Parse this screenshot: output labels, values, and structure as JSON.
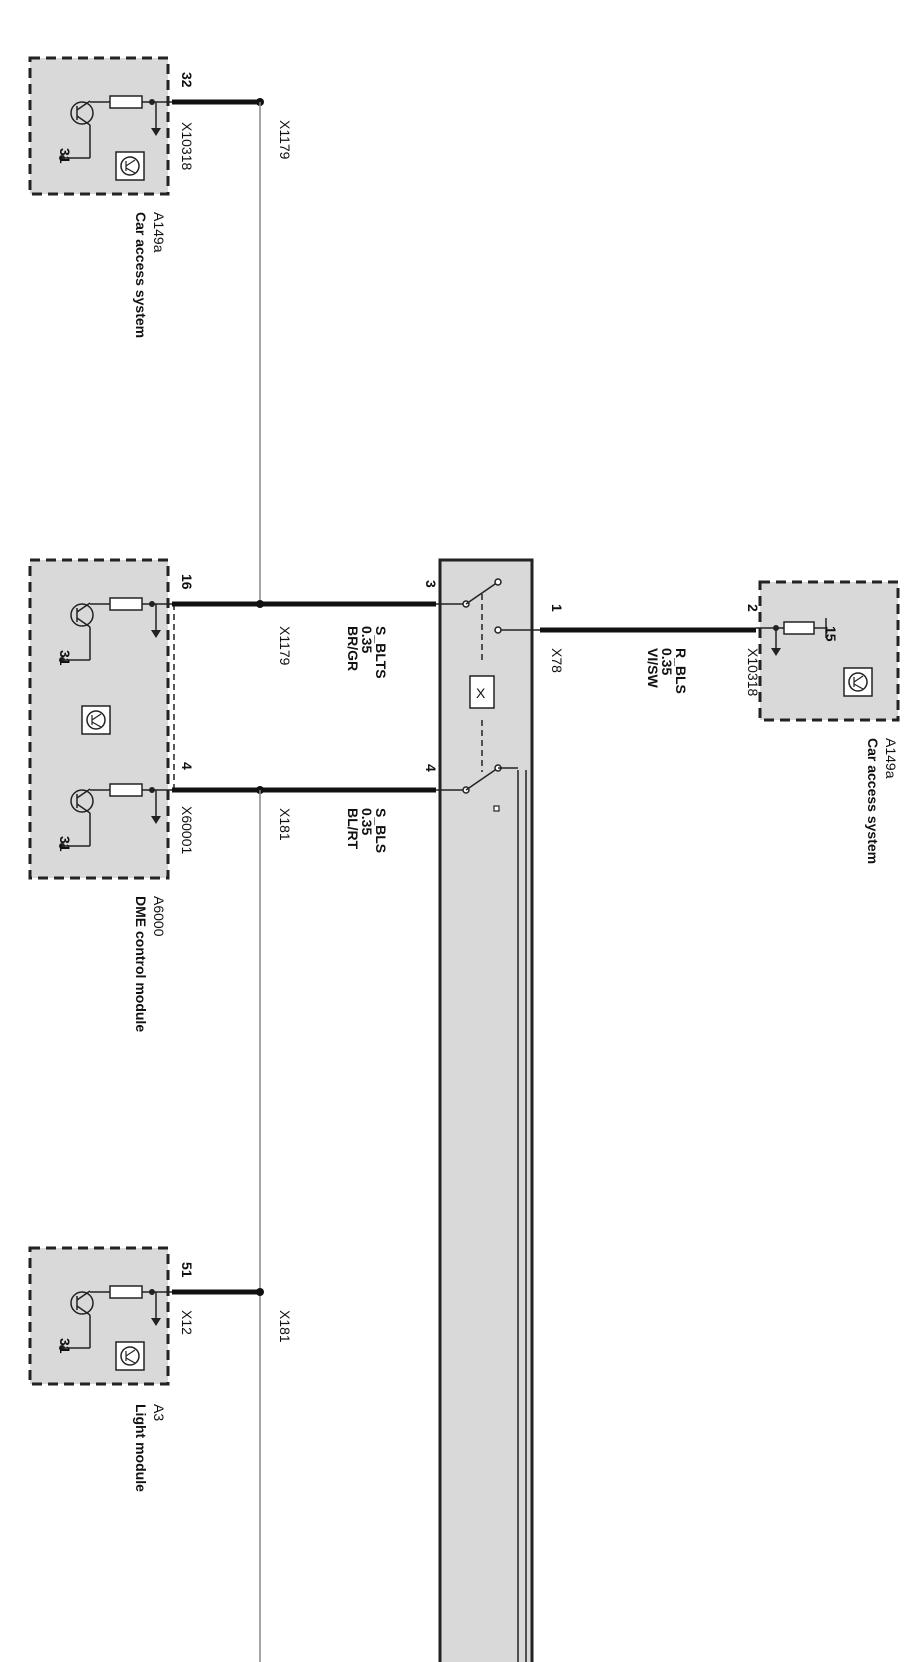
{
  "components": {
    "cas_top": {
      "id": "A149a",
      "name": "Car access system",
      "pin": "32",
      "connector": "X10318",
      "ground": "31"
    },
    "dme": {
      "id": "A6000",
      "name": "DME control module",
      "pin_a": "16",
      "pin_b": "4",
      "connector": "X60001",
      "ground_a": "31",
      "ground_b": "31"
    },
    "light": {
      "id": "A3",
      "name": "Light module",
      "pin": "51",
      "connector": "X12",
      "ground": "31"
    },
    "cas_right": {
      "id": "A149a",
      "name": "Car access system",
      "pin": "2",
      "connector": "X10318",
      "term": "15"
    },
    "switch": {
      "pin_1": "1",
      "pin_3": "3",
      "pin_4": "4",
      "connector": "X78",
      "symbol": "X"
    }
  },
  "splices": {
    "top": "X1179",
    "mid_a": "X1179",
    "mid_b": "X181",
    "bottom": "X181"
  },
  "wires": {
    "r_bls": {
      "name": "R_BLS",
      "gauge": "0.35",
      "color": "VI/SW"
    },
    "s_blts": {
      "name": "S_BLTS",
      "gauge": "0.35",
      "color": "BR/GR"
    },
    "s_bls": {
      "name": "S_BLS",
      "gauge": "0.35",
      "color": "BL/RT"
    }
  }
}
